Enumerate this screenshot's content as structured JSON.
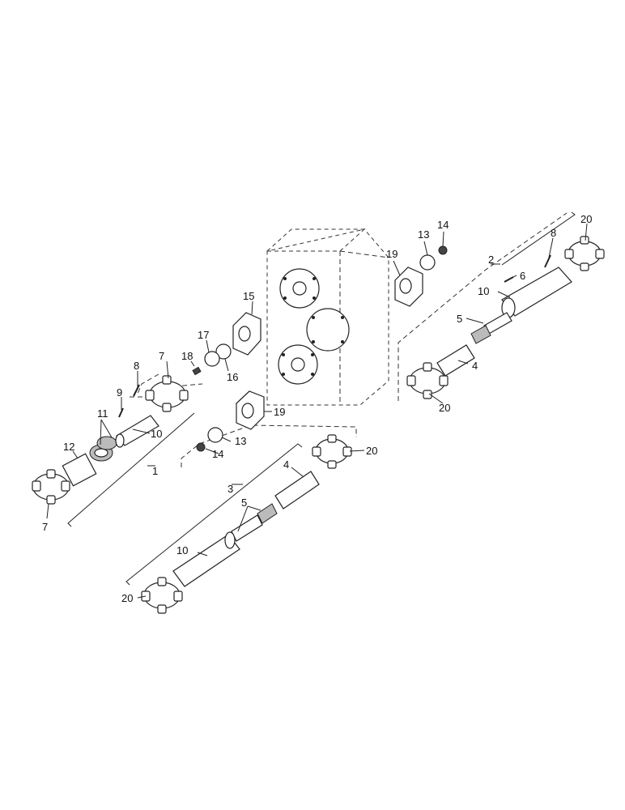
{
  "callouts": {
    "c1": "1",
    "c2": "2",
    "c3": "3",
    "c4a": "4",
    "c4b": "4",
    "c5a": "5",
    "c5b": "5",
    "c6": "6",
    "c7a": "7",
    "c7b": "7",
    "c8a": "8",
    "c8b": "8",
    "c9": "9",
    "c10a": "10",
    "c10b": "10",
    "c10c": "10",
    "c11": "11",
    "c12": "12",
    "c13a": "13",
    "c13b": "13",
    "c14a": "14",
    "c14b": "14",
    "c15": "15",
    "c16": "16",
    "c17": "17",
    "c18": "18",
    "c19a": "19",
    "c19b": "19",
    "c20a": "20",
    "c20b": "20",
    "c20c": "20",
    "c20d": "20"
  }
}
